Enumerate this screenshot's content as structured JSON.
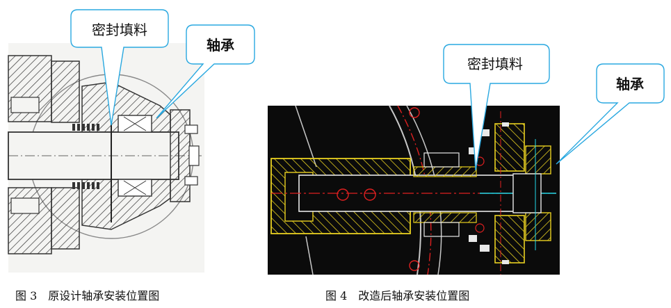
{
  "figure3": {
    "callouts": {
      "packing": "密封填料",
      "bearing": "轴承"
    },
    "caption": "图 3　原设计轴承安装位置图"
  },
  "figure4": {
    "callouts": {
      "packing": "密封填料",
      "bearing": "轴承"
    },
    "caption": "图 4　改造后轴承安装位置图"
  },
  "colors": {
    "callout_stroke": "#29a8e0",
    "photo_bg": "#0b0b0b",
    "hatch_yellow": "#e8d020",
    "center_red": "#e02020",
    "axis_cyan": "#20d8e8",
    "drawing_gray": "#333333"
  }
}
